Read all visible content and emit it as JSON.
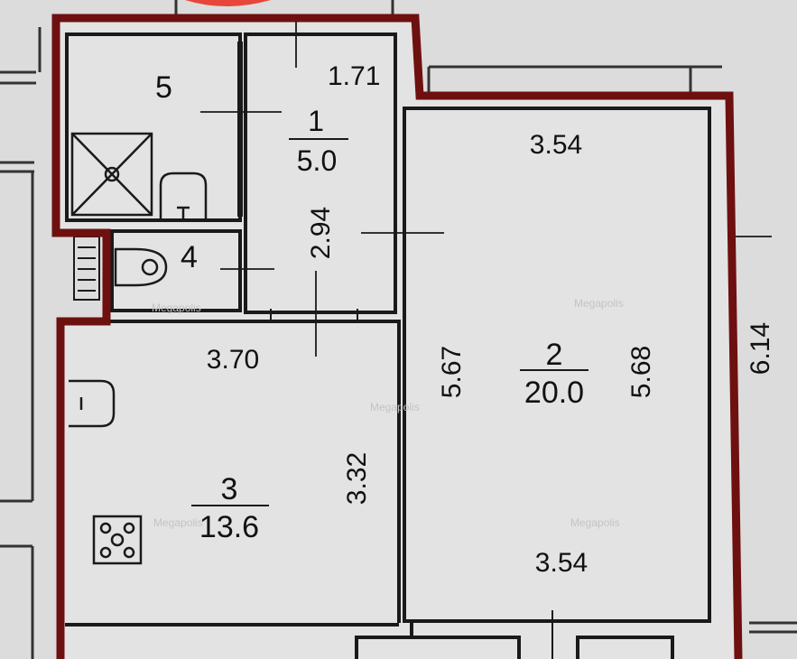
{
  "plan": {
    "boundary_color": "#6e1010",
    "wall_color": "#1a1a1a",
    "floor_color": "#e3e3e3",
    "background_color": "#dcdcdc",
    "accent_mark_color": "#e8463a"
  },
  "rooms": [
    {
      "id": "5",
      "number": "5",
      "area": ""
    },
    {
      "id": "1",
      "number": "1",
      "area": "5.0"
    },
    {
      "id": "4",
      "number": "4",
      "area": ""
    },
    {
      "id": "2",
      "number": "2",
      "area": "20.0"
    },
    {
      "id": "3",
      "number": "3",
      "area": "13.6"
    }
  ],
  "dimensions": {
    "hall_width": "1.71",
    "hall_length": "2.94",
    "room2_top": "3.54",
    "room2_bottom": "3.54",
    "room2_left": "5.67",
    "room2_right": "5.68",
    "outer_right": "6.14",
    "kitchen_width": "3.70",
    "kitchen_depth": "3.32"
  },
  "watermark": "Megapolis"
}
